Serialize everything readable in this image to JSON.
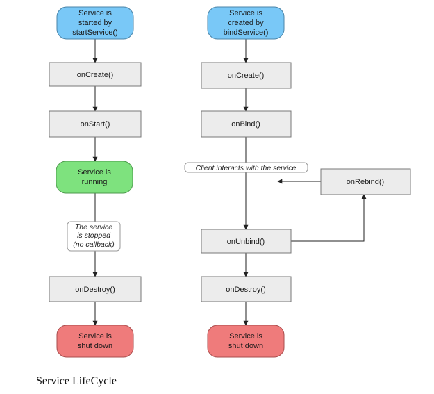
{
  "left_flow": {
    "start": [
      "Service is",
      "started by",
      "startService()"
    ],
    "on_create": "onCreate()",
    "on_start": "onStart()",
    "running": [
      "Service is",
      "running"
    ],
    "stopped_note": [
      "The service",
      "is stopped",
      "(no callback)"
    ],
    "on_destroy": "onDestroy()",
    "shut_down": [
      "Service is",
      "shut down"
    ]
  },
  "right_flow": {
    "start": [
      "Service is",
      "created by",
      "bindService()"
    ],
    "on_create": "onCreate()",
    "on_bind": "onBind()",
    "client_note": "Client interacts with the service",
    "on_rebind": "onRebind()",
    "on_unbind": "onUnbind()",
    "on_destroy": "onDestroy()",
    "shut_down": [
      "Service is",
      "shut down"
    ]
  },
  "caption": "Service LifeCycle",
  "colors": {
    "start": "#79c8f7",
    "running": "#7ee27e",
    "shut_down": "#ef7b7b",
    "step": "#ececec"
  }
}
